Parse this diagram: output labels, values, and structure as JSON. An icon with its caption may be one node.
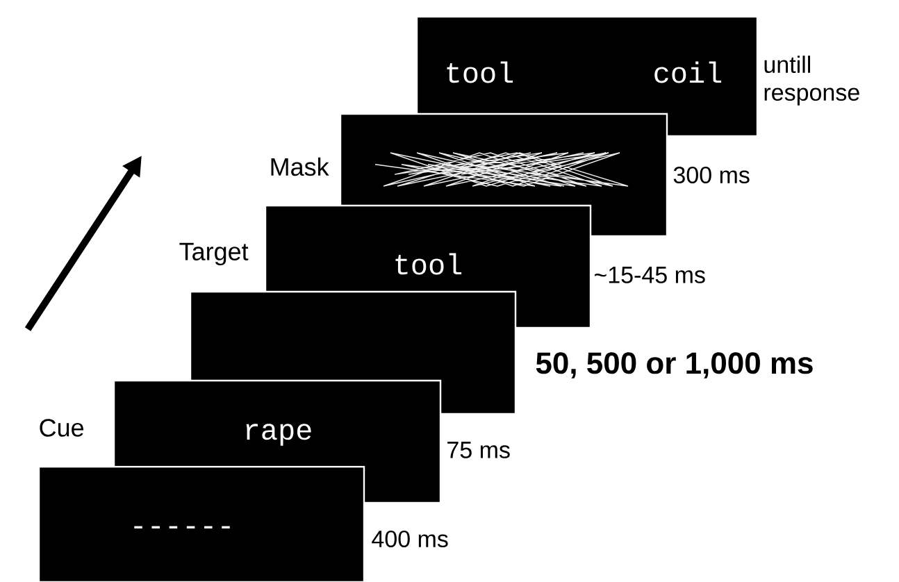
{
  "diagram": {
    "nodes": [
      {
        "text": [
          "tool",
          "coil"
        ],
        "beside": [
          "untill response"
        ]
      },
      {
        "text": [
          "Mask"
        ],
        "beside": [
          "300 ms"
        ]
      },
      {
        "text": [
          "Target",
          "tool"
        ],
        "beside": [
          "~15-45 ms"
        ]
      },
      {
        "text": [],
        "shape": "box",
        "beside": [
          "50, 500 or 1,000 ms"
        ]
      },
      {
        "text": [
          "Cue",
          "rape"
        ],
        "beside": [
          "75 ms"
        ]
      },
      {
        "text": [
          "------"
        ],
        "beside": [
          "400 ms"
        ]
      }
    ]
  }
}
